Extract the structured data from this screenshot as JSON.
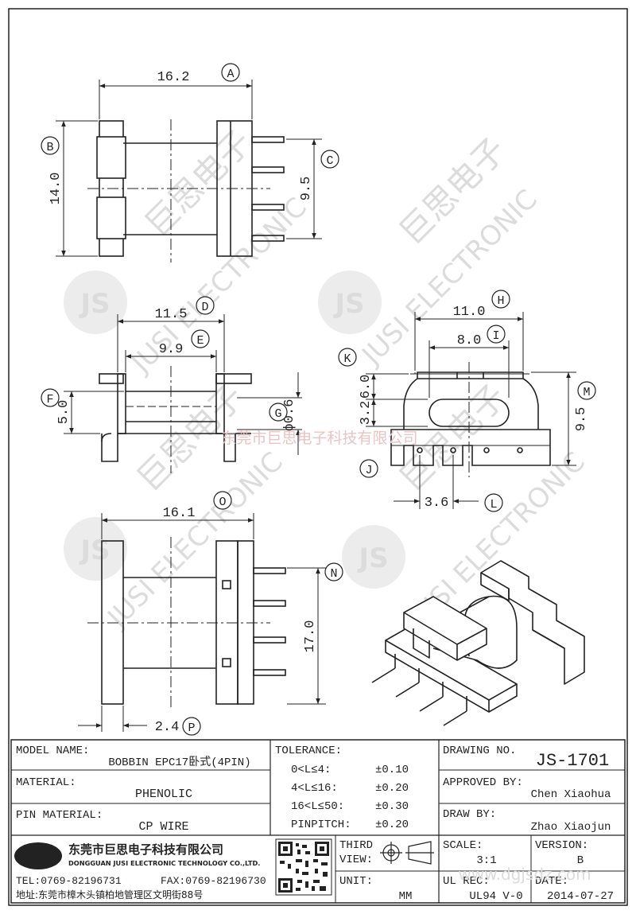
{
  "watermark": {
    "company_cn": "巨思电子",
    "company_en": "JUSI ELECTRONIC",
    "logo": "JS",
    "overlay_cn": "东莞市巨思电子科技有限公司",
    "website": "www.dgjsdz.com"
  },
  "views": {
    "top": {
      "dim_width": "16.2",
      "dim_height": "14.0",
      "dim_pins": "9.5",
      "callouts": [
        "A",
        "B",
        "C"
      ]
    },
    "front": {
      "dim_outer": "11.5",
      "dim_inner": "9.9",
      "dim_flange": "5.0",
      "dim_pin": "ϕ0.6",
      "callouts": [
        "D",
        "E",
        "F",
        "G"
      ]
    },
    "side": {
      "dim_width": "11.0",
      "dim_window": "8.0",
      "dim_top": "6.0",
      "dim_slot": "3.2",
      "dim_height": "9.5",
      "dim_pitch": "3.6",
      "callouts": [
        "H",
        "I",
        "K",
        "M",
        "J",
        "L"
      ]
    },
    "bottom": {
      "dim_width": "16.1",
      "dim_length": "17.0",
      "dim_flange": "2.4",
      "callouts": [
        "O",
        "N",
        "P"
      ]
    }
  },
  "title_block": {
    "model_name_label": "MODEL NAME:",
    "model_name": "BOBBIN EPC17卧式(4PIN)",
    "material_label": "MATERIAL:",
    "material": "PHENOLIC",
    "pin_material_label": "PIN MATERIAL:",
    "pin_material": "CP WIRE",
    "tolerance_label": "TOLERANCE:",
    "tolerances": [
      {
        "range": "0<L≤4:",
        "value": "±0.10"
      },
      {
        "range": "4<L≤16:",
        "value": "±0.20"
      },
      {
        "range": "16<L≤50:",
        "value": "±0.30"
      },
      {
        "range": "PINPITCH:",
        "value": "±0.20"
      }
    ],
    "drawing_no_label": "DRAWING NO.",
    "drawing_no": "JS-1701",
    "approved_by_label": "APPROVED BY:",
    "approved_by": "Chen Xiaohua",
    "draw_by_label": "DRAW BY:",
    "draw_by": "Zhao Xiaojun",
    "third_view_label_1": "THIRD",
    "third_view_label_2": "VIEW:",
    "unit_label": "UNIT:",
    "unit": "MM",
    "scale_label": "SCALE:",
    "scale": "3:1",
    "version_label": "VERSION:",
    "version": "B",
    "ul_rec_label": "UL REC:",
    "ul_rec": "UL94 V-0",
    "date_label": "DATE:",
    "date": "2014-07-27",
    "company_cn": "东莞市巨思电子科技有限公司",
    "company_en": "DONGGUAN JUSI ELECTRONIC TECHNOLOGY CO.,LTD.",
    "tel": "TEL:0769-82196731",
    "fax": "FAX:0769-82196730",
    "address": "地址:东莞市樟木头镇柏地管理区文明街88号",
    "logo": "JS"
  },
  "colors": {
    "line": "#222222",
    "watermark": "#dcdcdc",
    "overlay": "#e8c4c4"
  }
}
